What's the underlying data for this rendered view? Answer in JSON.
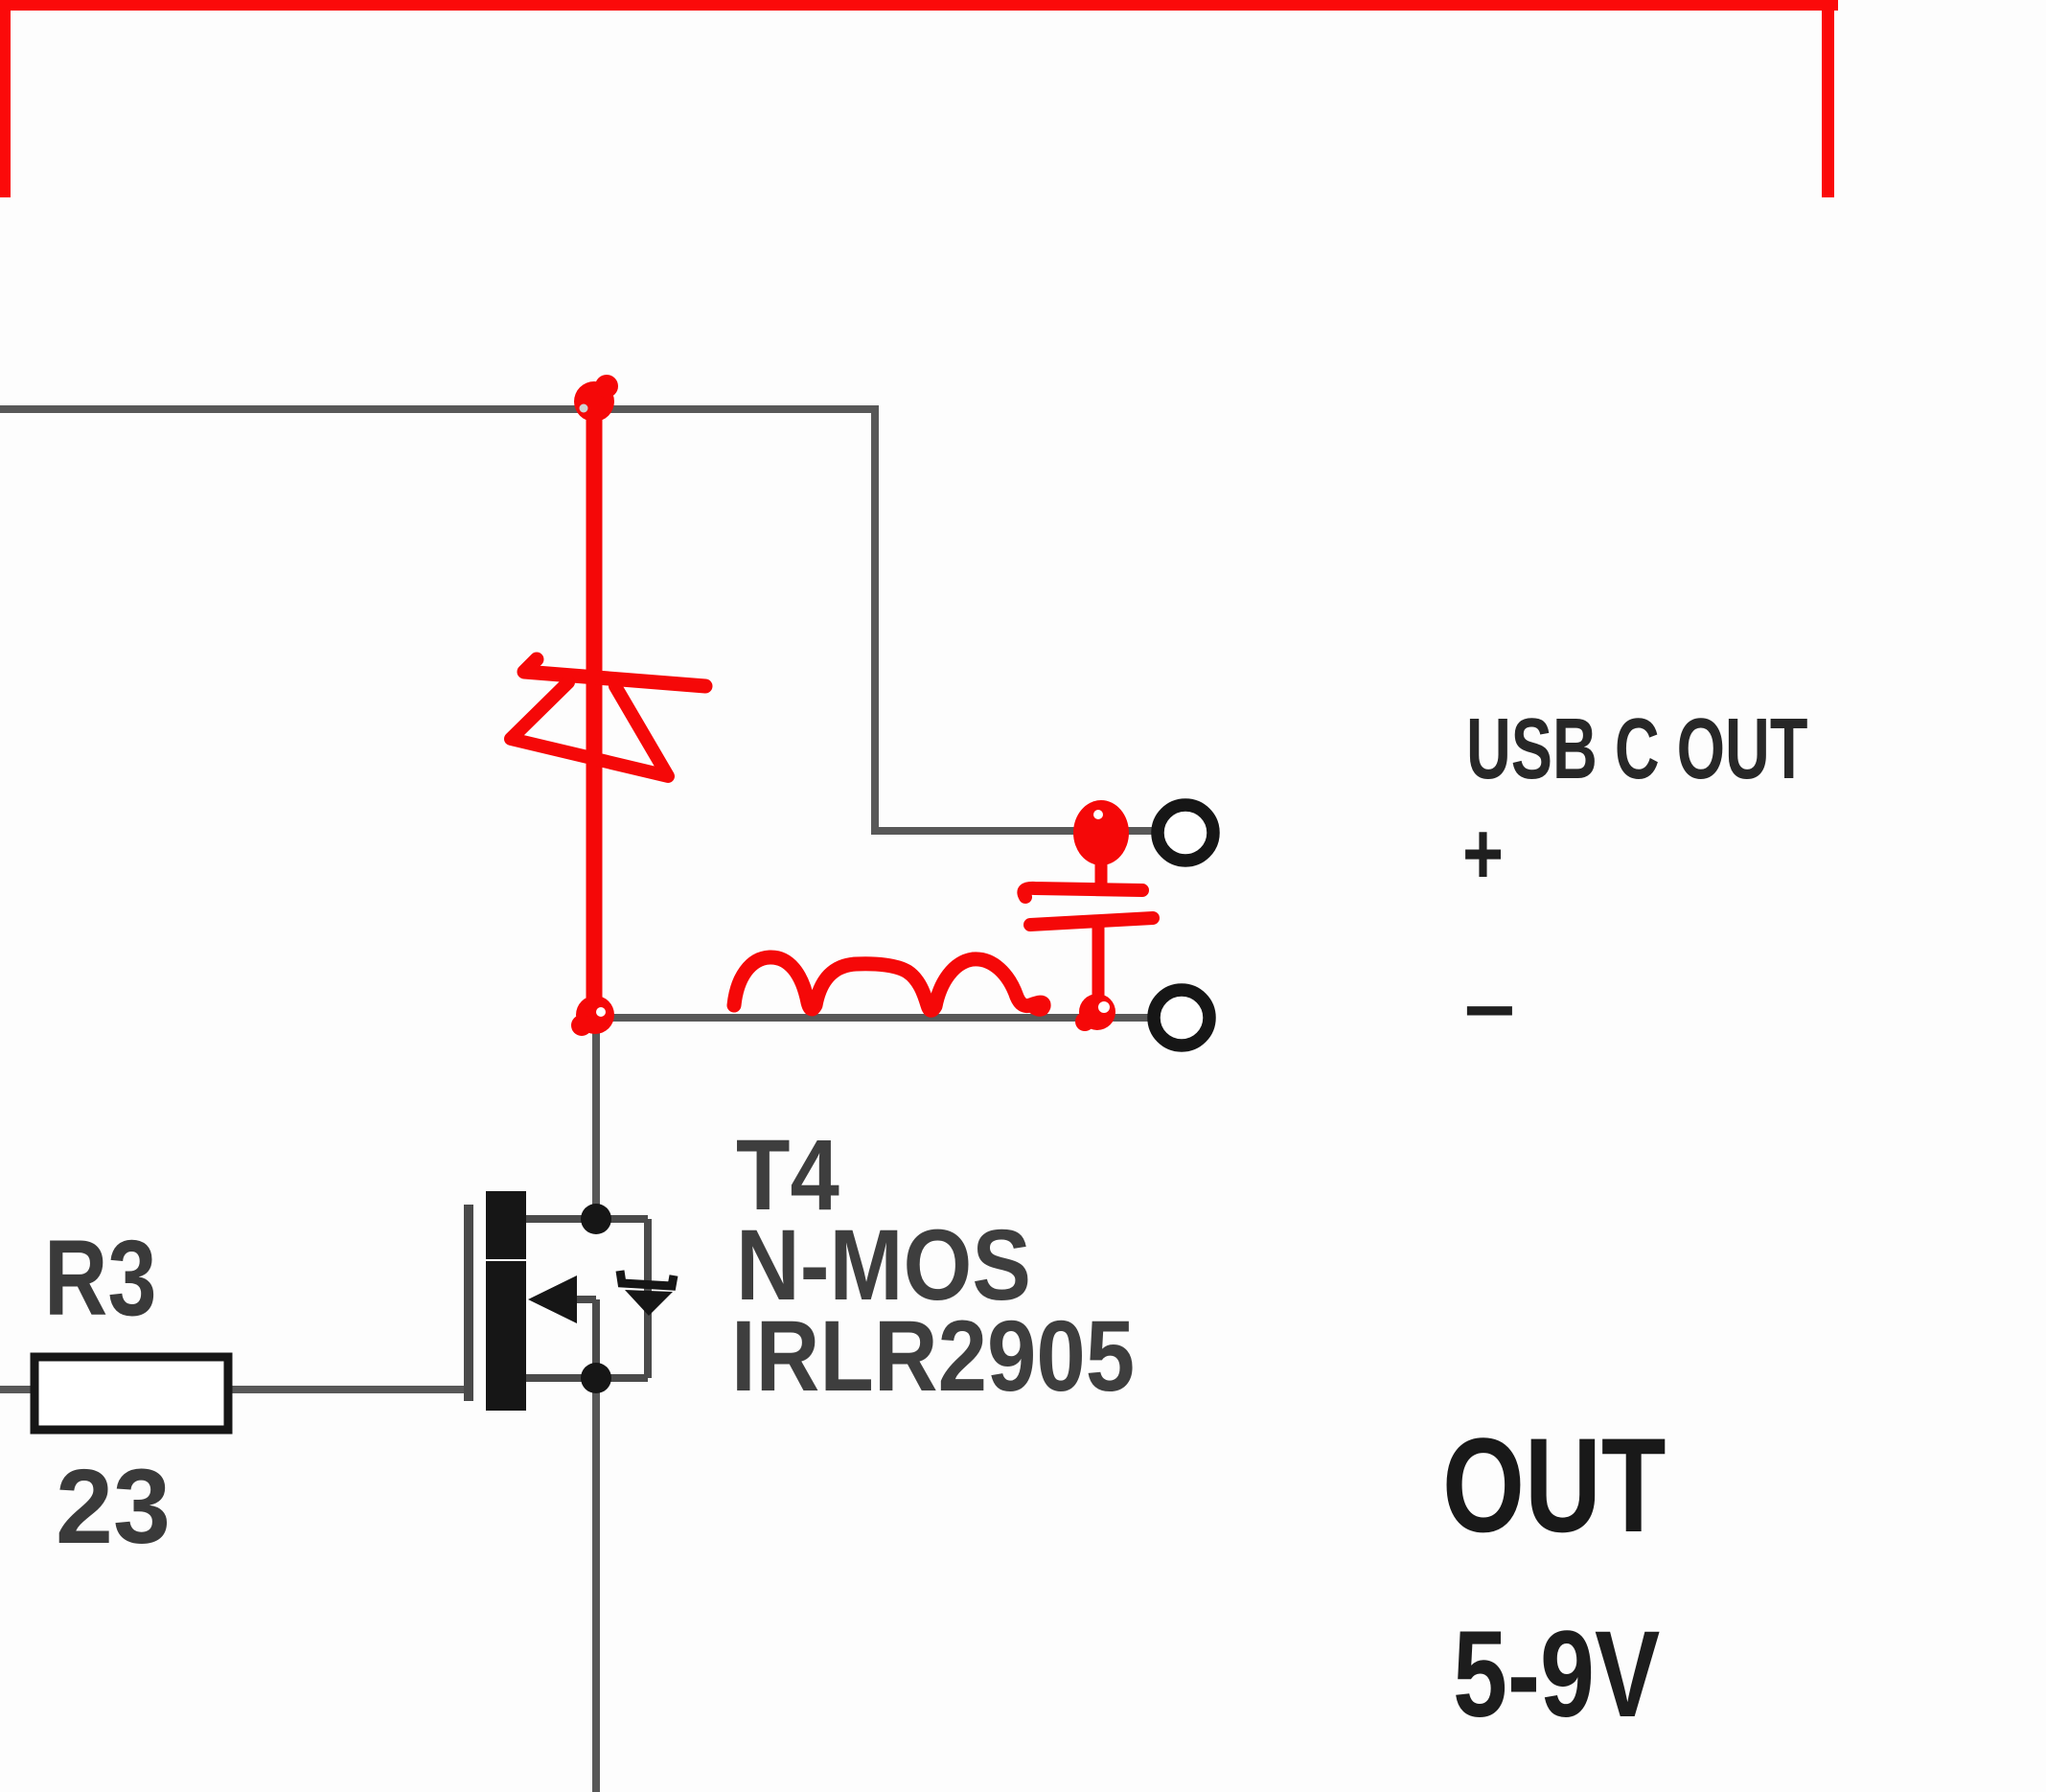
{
  "colors": {
    "background": "#fdfdfd",
    "annotation_red": "#f50808",
    "frame_red": "#fb0a0a",
    "wire_gray": "#585858",
    "mosfet_wire_gray": "#4a4a4a",
    "component_black": "#161616",
    "label_black": "#272727",
    "mosfet_label_gray": "#3e3e3e"
  },
  "labels": {
    "usb_title": "USB C OUT",
    "usb_plus": "+",
    "usb_minus": "–",
    "mosfet_ref": "T4",
    "mosfet_type": "N-MOS",
    "mosfet_part": "IRLR2905",
    "resistor_ref": "R3",
    "resistor_value": "23",
    "out_title": "OUT",
    "out_range": "5-9V"
  },
  "annotations": {
    "frame": "red-highlight-frame",
    "diode": "flyback-diode-sketch",
    "inductor": "inductor-coil-sketch",
    "capacitor": "output-capacitor-sketch",
    "junction_top": "junction-dot-sketch",
    "junction_mid": "junction-dot-sketch"
  }
}
